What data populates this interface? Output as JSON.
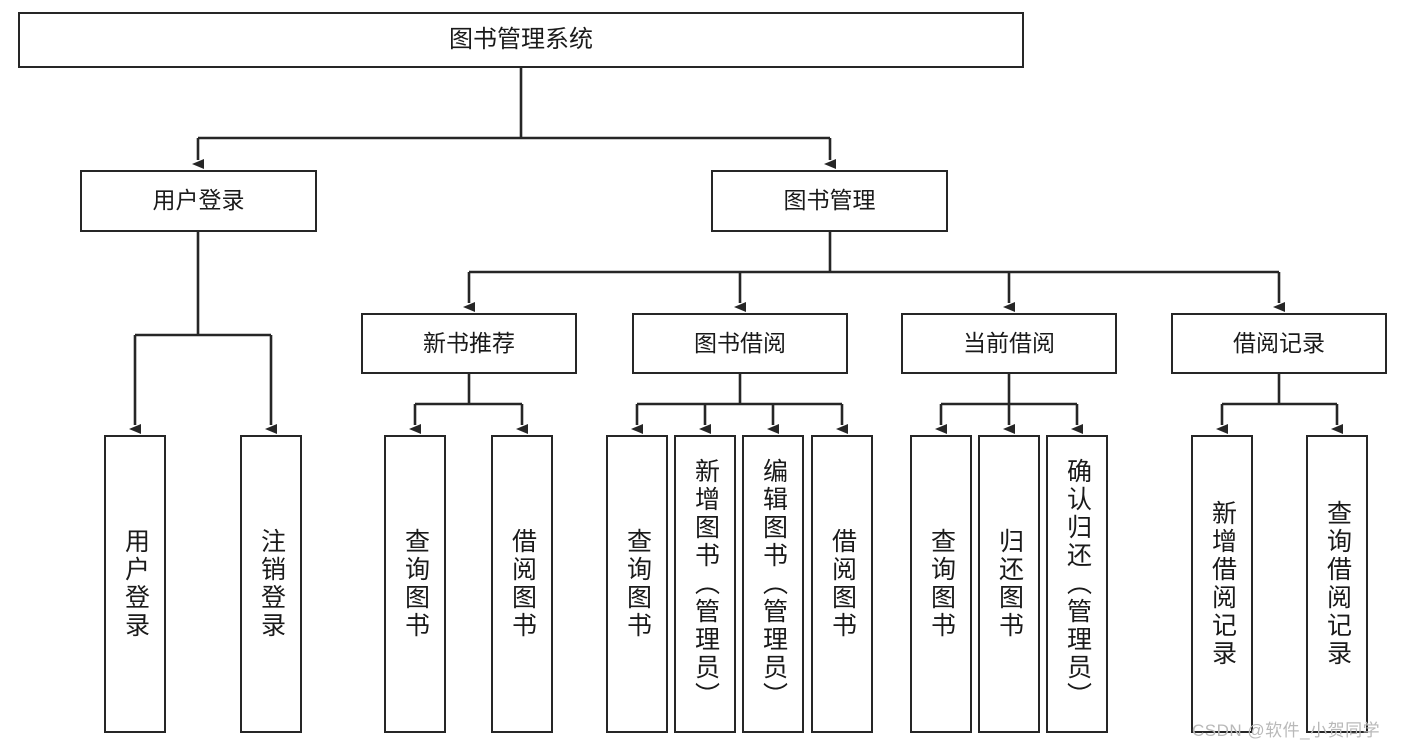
{
  "diagram": {
    "type": "tree-hierarchy-chart",
    "title": "图书管理系统",
    "colors": {
      "box_border": "#262626",
      "box_fill": "#ffffff",
      "connector": "#262626",
      "text": "#1a1a1a",
      "watermark": "#b9b9b9",
      "background": "#ffffff"
    },
    "root": {
      "id": "root",
      "label": "图书管理系统",
      "orientation": "horizontal"
    },
    "level2": [
      {
        "id": "user-login",
        "label": "用户登录",
        "orientation": "horizontal"
      },
      {
        "id": "book-management",
        "label": "图书管理",
        "orientation": "horizontal"
      }
    ],
    "level3": [
      {
        "id": "new-book-recommend",
        "label": "新书推荐",
        "orientation": "horizontal",
        "parent": "book-management"
      },
      {
        "id": "book-borrow",
        "label": "图书借阅",
        "orientation": "horizontal",
        "parent": "book-management"
      },
      {
        "id": "current-borrow",
        "label": "当前借阅",
        "orientation": "horizontal",
        "parent": "book-management"
      },
      {
        "id": "borrow-record",
        "label": "借阅记录",
        "orientation": "horizontal",
        "parent": "book-management"
      }
    ],
    "leaves": [
      {
        "id": "leaf-user-login",
        "label": "用户登录",
        "orientation": "vertical",
        "parent": "user-login"
      },
      {
        "id": "leaf-user-logout",
        "label": "注销登录",
        "orientation": "vertical",
        "parent": "user-login"
      },
      {
        "id": "leaf-query-book-1",
        "label": "查询图书",
        "orientation": "vertical",
        "parent": "new-book-recommend"
      },
      {
        "id": "leaf-borrow-book-1",
        "label": "借阅图书",
        "orientation": "vertical",
        "parent": "new-book-recommend"
      },
      {
        "id": "leaf-query-book-2",
        "label": "查询图书",
        "orientation": "vertical",
        "parent": "book-borrow"
      },
      {
        "id": "leaf-add-book",
        "label": "新增图书（管理员）",
        "orientation": "vertical",
        "parent": "book-borrow"
      },
      {
        "id": "leaf-edit-book",
        "label": "编辑图书（管理员）",
        "orientation": "vertical",
        "parent": "book-borrow"
      },
      {
        "id": "leaf-borrow-book-2",
        "label": "借阅图书",
        "orientation": "vertical",
        "parent": "book-borrow"
      },
      {
        "id": "leaf-query-book-3",
        "label": "查询图书",
        "orientation": "vertical",
        "parent": "current-borrow"
      },
      {
        "id": "leaf-return-book",
        "label": "归还图书",
        "orientation": "vertical",
        "parent": "current-borrow"
      },
      {
        "id": "leaf-confirm-return",
        "label": "确认归还（管理员）",
        "orientation": "vertical",
        "parent": "current-borrow"
      },
      {
        "id": "leaf-add-record",
        "label": "新增借阅记录",
        "orientation": "vertical",
        "parent": "borrow-record"
      },
      {
        "id": "leaf-query-record",
        "label": "查询借阅记录",
        "orientation": "vertical",
        "parent": "borrow-record"
      }
    ],
    "watermark": "CSDN @软件_小贺同学"
  }
}
